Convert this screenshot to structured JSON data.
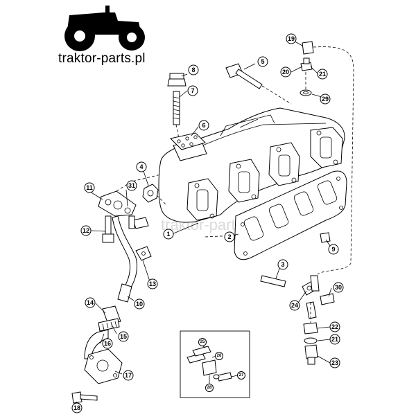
{
  "brand": {
    "logo_text": "traktor-parts.pl",
    "watermark_text": "traktor-parts.pl"
  },
  "callouts": [
    "1",
    "2",
    "3",
    "4",
    "5",
    "6",
    "7",
    "8",
    "9",
    "10",
    "11",
    "12",
    "13",
    "14",
    "15",
    "16",
    "17",
    "18",
    "19",
    "20",
    "21",
    "21",
    "22",
    "23",
    "24",
    "25",
    "26",
    "27",
    "28",
    "29",
    "30",
    "31"
  ],
  "inset": {
    "labels": [
      "25",
      "26",
      "27",
      "28"
    ]
  }
}
